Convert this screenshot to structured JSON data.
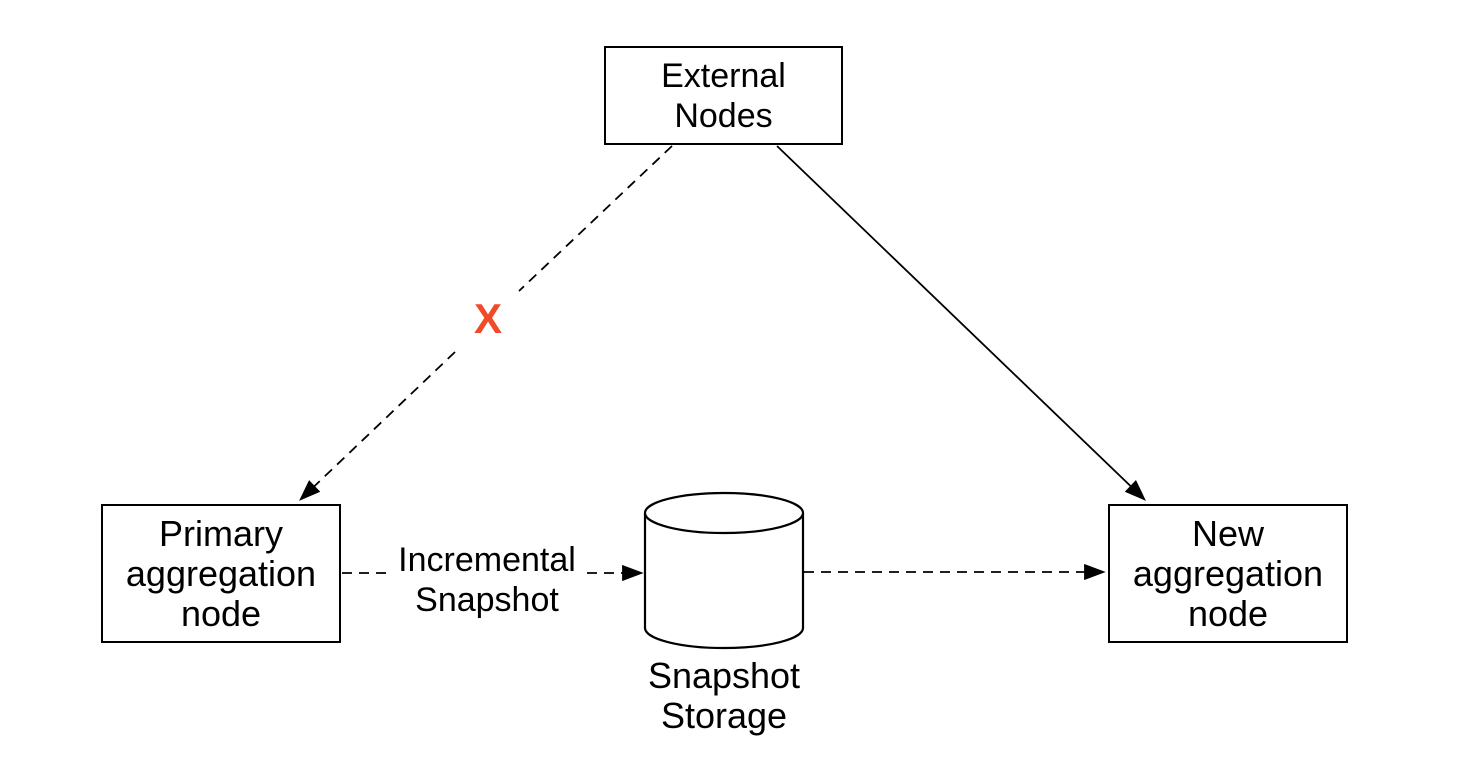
{
  "diagram": {
    "type": "architecture-diagram",
    "background_color": "#ffffff",
    "nodes": {
      "external": {
        "label": "External\nNodes",
        "shape": "rectangle"
      },
      "primary": {
        "label": "Primary\naggregation\nnode",
        "shape": "rectangle"
      },
      "new_aggregation": {
        "label": "New\naggregation\nnode",
        "shape": "rectangle"
      },
      "snapshot_storage": {
        "label": "Snapshot\nStorage",
        "shape": "cylinder"
      }
    },
    "edge_labels": {
      "incremental_snapshot": "Incremental\nSnapshot",
      "broken_marker": "X"
    },
    "edges": [
      {
        "from": "External Nodes",
        "to": "Primary aggregation node",
        "style": "dashed",
        "status": "broken"
      },
      {
        "from": "External Nodes",
        "to": "New aggregation node",
        "style": "solid",
        "status": "active"
      },
      {
        "from": "Primary aggregation node",
        "to": "Snapshot Storage",
        "style": "dashed",
        "label": "Incremental Snapshot"
      },
      {
        "from": "Snapshot Storage",
        "to": "New aggregation node",
        "style": "dashed"
      }
    ],
    "colors": {
      "line": "#000000",
      "node_fill": "#ffffff",
      "broken_marker_red": "#f04a28"
    }
  }
}
